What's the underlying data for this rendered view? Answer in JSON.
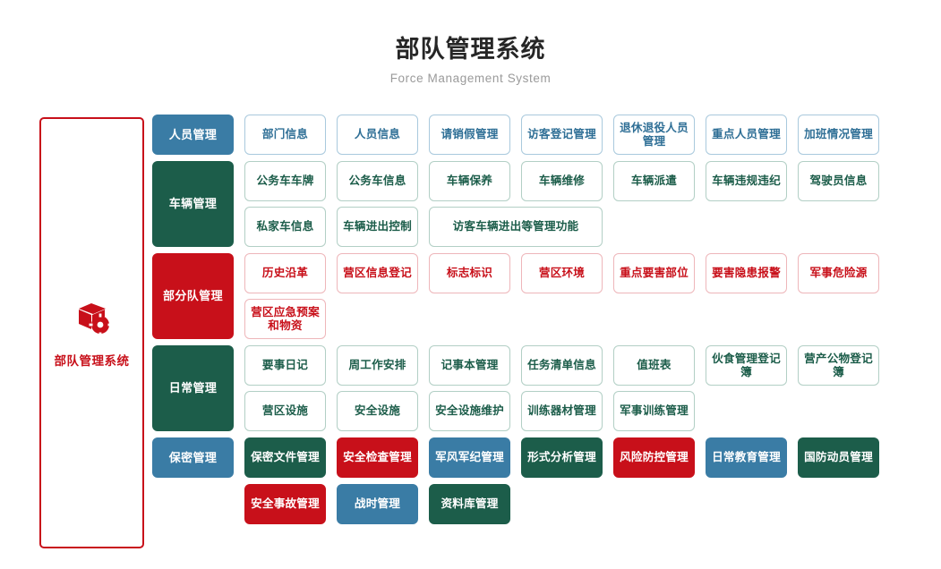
{
  "header": {
    "title": "部队管理系统",
    "subtitle": "Force Management System"
  },
  "sidebar": {
    "icon": "box-gear-icon",
    "label": "部队管理系统",
    "accent_color": "#c8101a"
  },
  "colors": {
    "blue": "#3a7ca5",
    "green": "#1c5d4a",
    "red": "#c8101a",
    "blue_border": "#a9c9dd",
    "green_border": "#b2cfc5",
    "red_border": "#eeb6ba",
    "title": "#262626",
    "subtitle": "#9a9a9a"
  },
  "groups": [
    {
      "name": "personnel",
      "head": "人员管理",
      "head_color": "blue",
      "head_rows": 1,
      "style": "o-blue",
      "rows": [
        [
          "部门信息",
          "人员信息",
          "请销假管理",
          "访客登记管理",
          "退休退役人员管理",
          "重点人员管理",
          "加班情况管理"
        ]
      ]
    },
    {
      "name": "vehicle",
      "head": "车辆管理",
      "head_color": "green",
      "head_rows": 2,
      "style": "o-green",
      "rows": [
        [
          "公务车车牌",
          "公务车信息",
          "车辆保养",
          "车辆维修",
          "车辆派遣",
          "车辆违规违纪",
          "驾驶员信息"
        ],
        [
          "私家车信息",
          "车辆进出控制",
          "访客车辆进出等管理功能"
        ]
      ]
    },
    {
      "name": "unit",
      "head": "部分队管理",
      "head_color": "red",
      "head_rows": 2,
      "style": "o-red",
      "rows": [
        [
          "历史沿革",
          "营区信息登记",
          "标志标识",
          "营区环境",
          "重点要害部位",
          "要害隐患报警",
          "军事危险源"
        ],
        [
          "营区应急预案和物资"
        ]
      ]
    },
    {
      "name": "daily",
      "head": "日常管理",
      "head_color": "green",
      "head_rows": 2,
      "style": "o-green",
      "rows": [
        [
          "要事日记",
          "周工作安排",
          "记事本管理",
          "任务清单信息",
          "值班表",
          "伙食管理登记簿",
          "营产公物登记簿"
        ],
        [
          "营区设施",
          "安全设施",
          "安全设施维护",
          "训练器材管理",
          "军事训练管理"
        ]
      ]
    },
    {
      "name": "security",
      "head": "保密管理",
      "head_color": "blue",
      "head_rows": 1,
      "style": "filled",
      "rows": [
        [
          {
            "label": "保密文件管理",
            "style": "f-green"
          },
          {
            "label": "安全检查管理",
            "style": "f-red"
          },
          {
            "label": "军风军纪管理",
            "style": "f-blue"
          },
          {
            "label": "形式分析管理",
            "style": "f-green"
          },
          {
            "label": "风险防控管理",
            "style": "f-red"
          },
          {
            "label": "日常教育管理",
            "style": "f-blue"
          },
          {
            "label": "国防动员管理",
            "style": "f-green"
          }
        ]
      ]
    },
    {
      "name": "extra",
      "head": "",
      "head_color": "none",
      "head_rows": 0,
      "style": "filled",
      "rows": [
        [
          {
            "label": "安全事故管理",
            "style": "f-red"
          },
          {
            "label": "战时管理",
            "style": "f-blue"
          },
          {
            "label": "资料库管理",
            "style": "f-green"
          }
        ]
      ]
    }
  ]
}
